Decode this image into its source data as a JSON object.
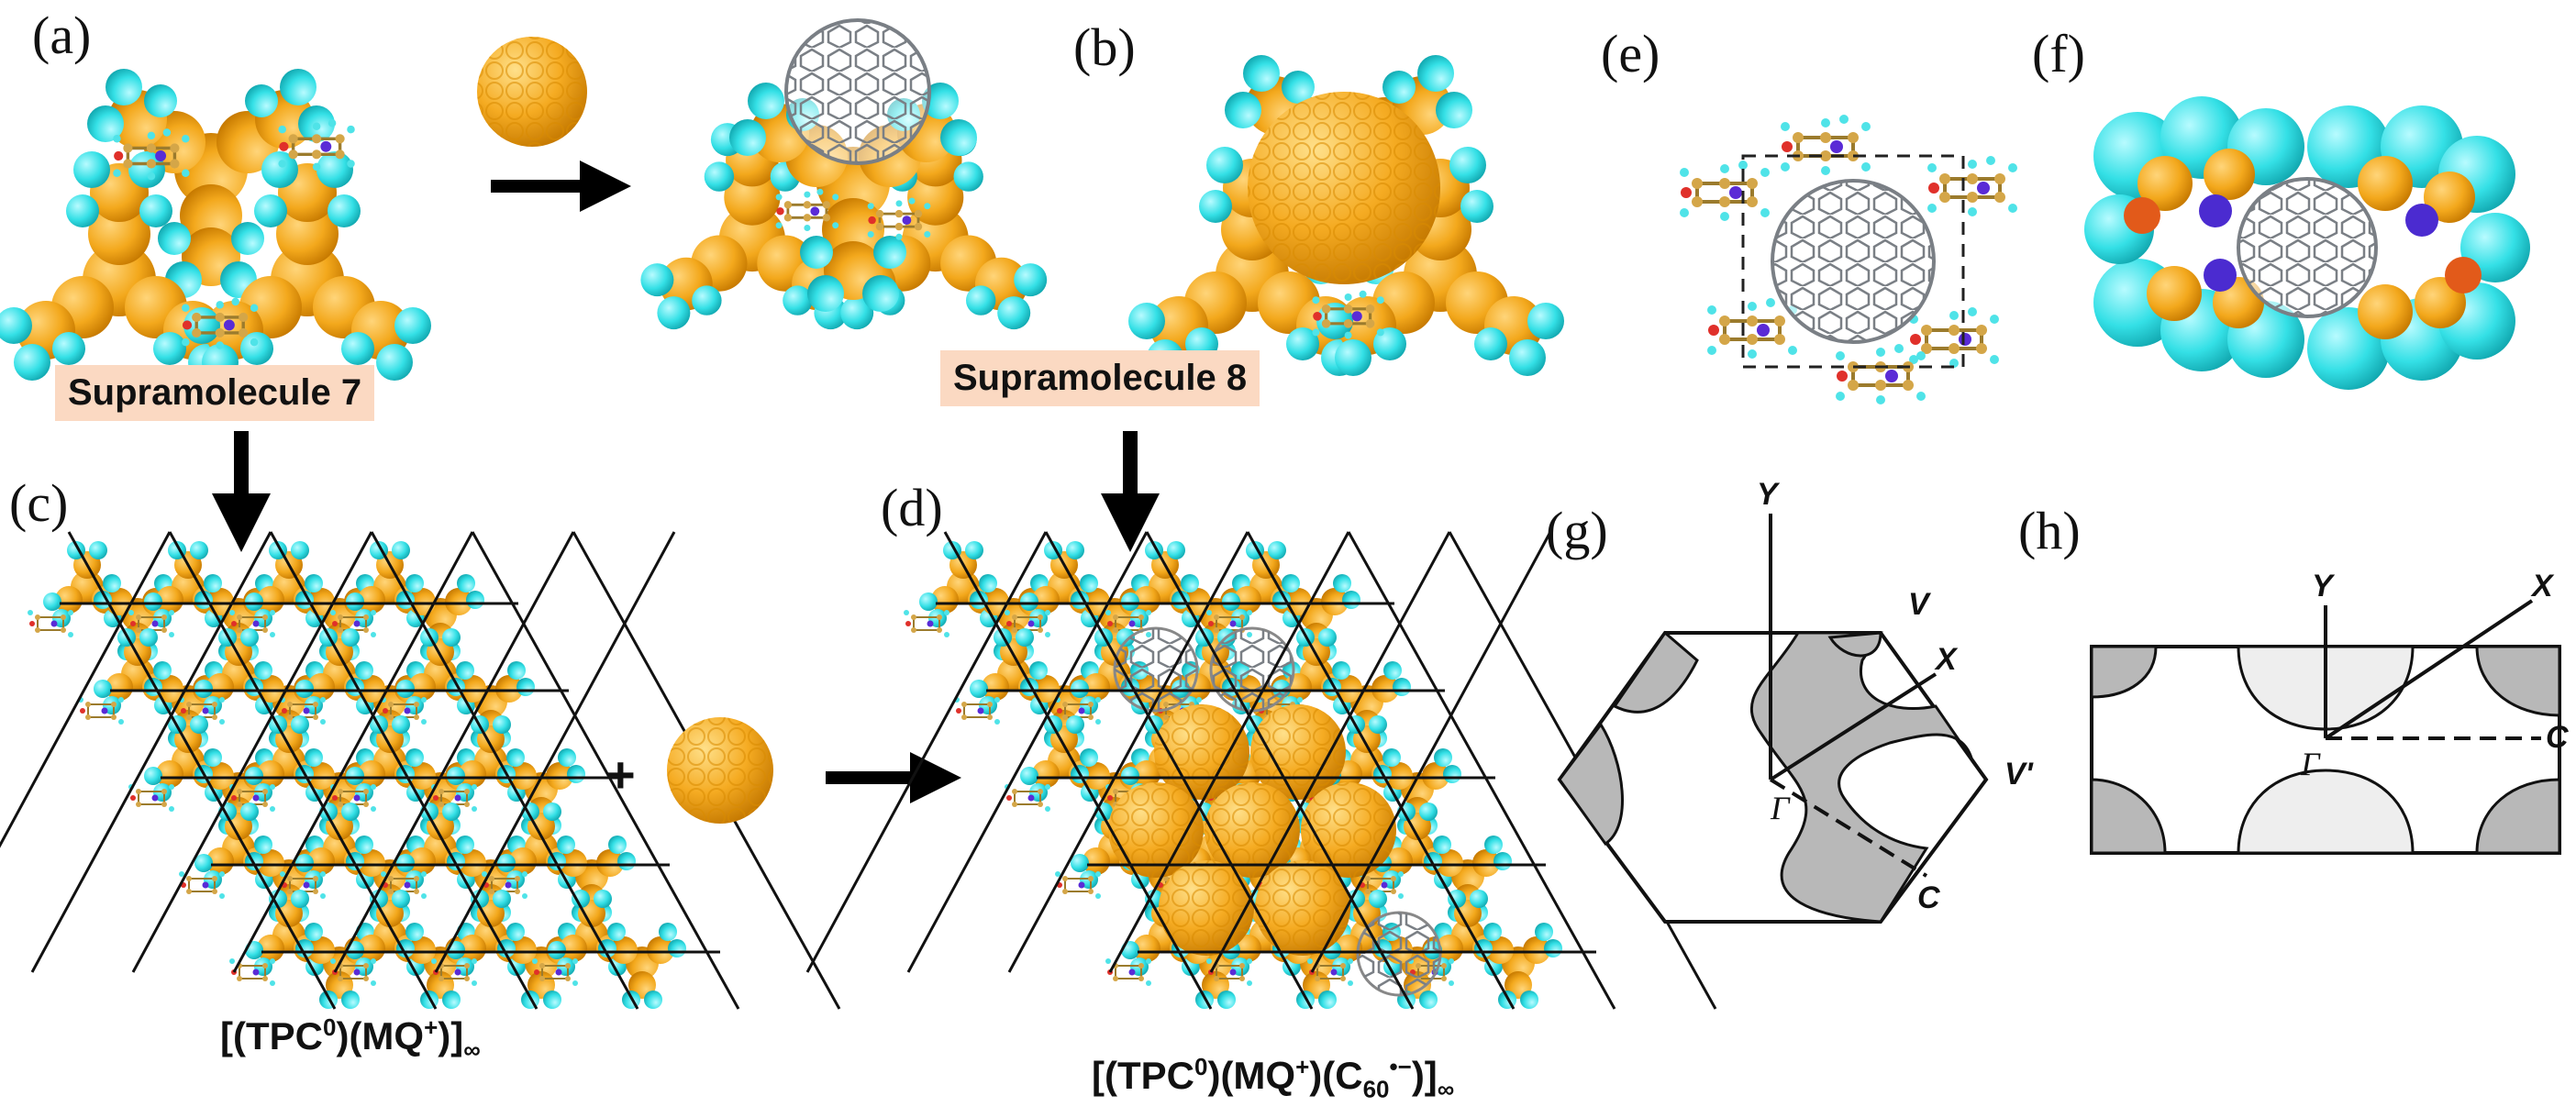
{
  "panels": {
    "a": "(a)",
    "b": "(b)",
    "c": "(c)",
    "d": "(d)",
    "e": "(e)",
    "f": "(f)",
    "g": "(g)",
    "h": "(h)"
  },
  "tags": {
    "supramolecule7": "Supramolecule 7",
    "supramolecule8": "Supramolecule 8"
  },
  "formulas": {
    "c_main": "[(TPC",
    "c_sup1": "0",
    "c_mid": ")(MQ",
    "c_sup2": "+",
    "c_end": ")]",
    "c_sub": "∞",
    "d_main": "[(TPC",
    "d_sup1": "0",
    "d_mid": ")(MQ",
    "d_sup2": "+",
    "d_mid2": ")(C",
    "d_sub60": "60",
    "d_sup3": "•−",
    "d_end": ")]",
    "d_sub": "∞"
  },
  "plus": "+",
  "fermi_g": {
    "Y": "Y",
    "V": "V",
    "X": "X",
    "Vp": "V'",
    "Gamma": "Γ",
    "C": "C"
  },
  "fermi_h": {
    "Y": "Y",
    "X": "X",
    "Gamma": "Γ",
    "C": "C"
  },
  "colors": {
    "tpc_orange": "#f3a81c",
    "hydrogen_cyan": "#34e0e6",
    "fermi_gray": "#b8b8b8",
    "fermi_light": "#eeeeee",
    "tag_bg": "#fbd9c2",
    "c60_cage": "#7a7f85"
  }
}
